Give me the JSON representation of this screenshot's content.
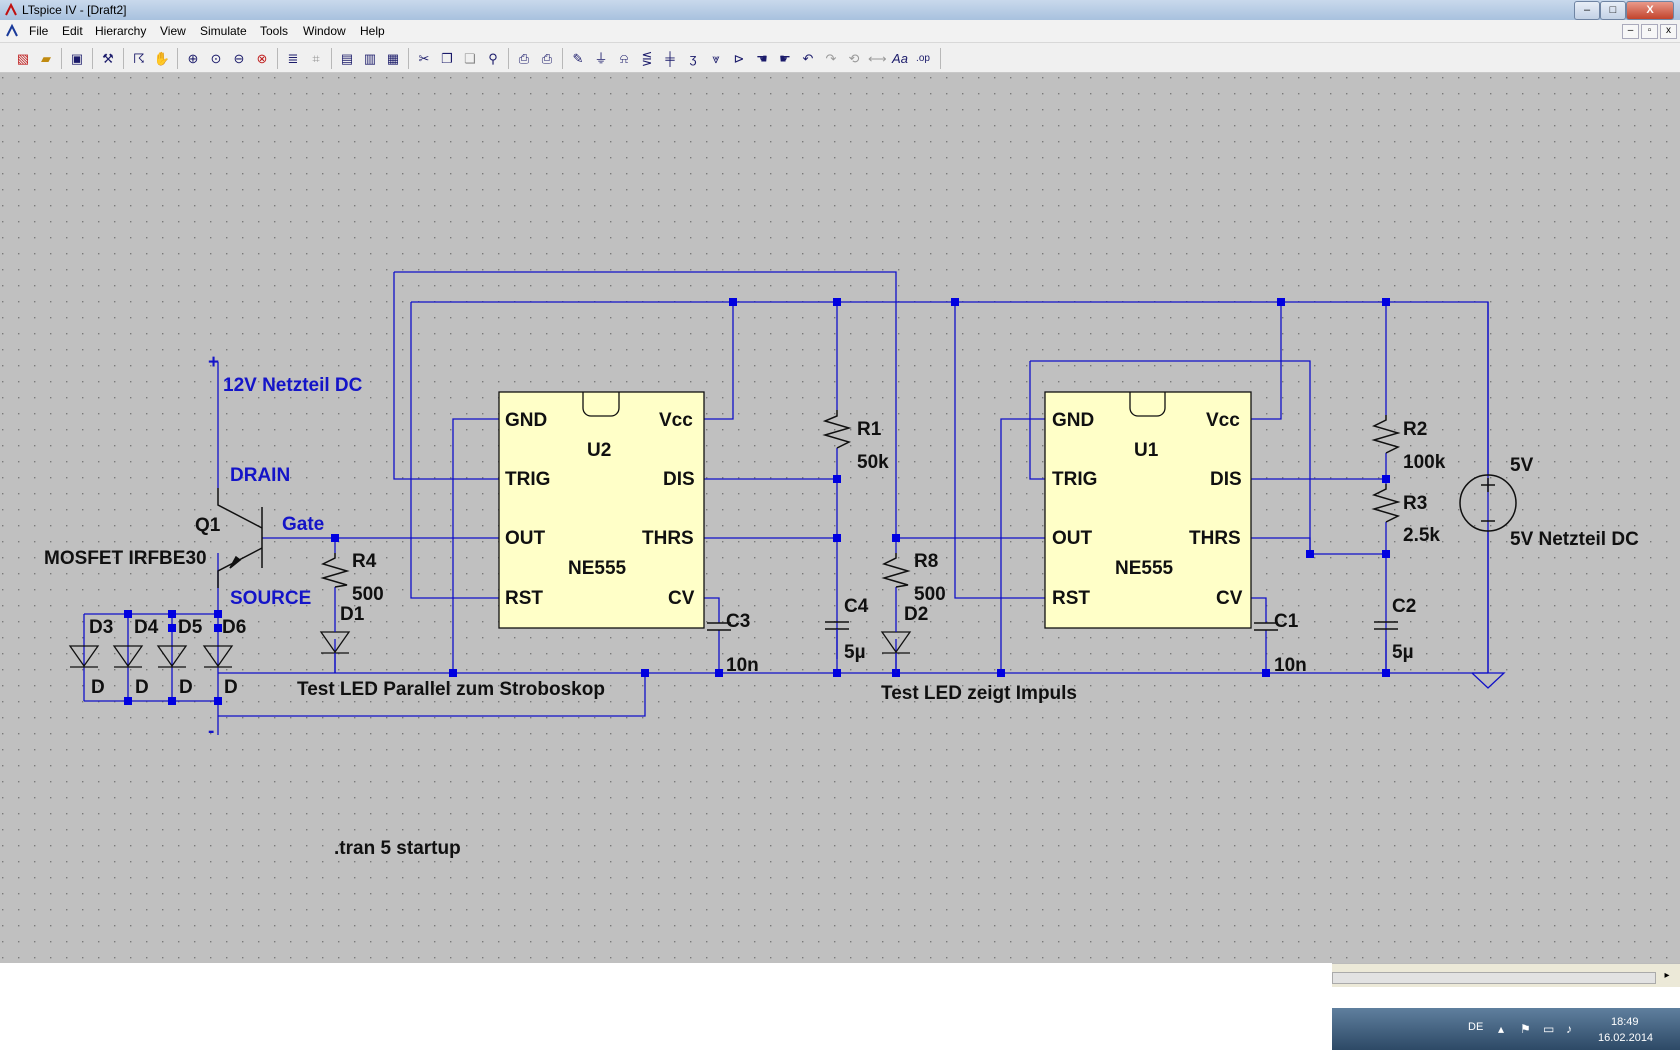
{
  "window": {
    "title": "LTspice IV - [Draft2]",
    "buttons": {
      "minimize": "–",
      "maximize": "□",
      "close": "X"
    },
    "mdi_buttons": {
      "minimize": "–",
      "restore": "▫",
      "close": "x"
    }
  },
  "menu": [
    "File",
    "Edit",
    "Hierarchy",
    "View",
    "Simulate",
    "Tools",
    "Window",
    "Help"
  ],
  "toolbar_icons": [
    "new-schematic-icon",
    "open-icon",
    "save-icon",
    "control-panel-icon",
    "run-icon",
    "halt-icon",
    "zoom-in-icon",
    "pan-icon",
    "zoom-out-icon",
    "zoom-fit-icon",
    "zoom-cancel-icon",
    "autorange-icon",
    "tile-vertical-icon",
    "tile-horizontal-icon",
    "cascade-icon",
    "cut-icon",
    "copy-icon",
    "paste-icon",
    "find-icon",
    "print-setup-icon",
    "print-icon",
    "draw-wire-icon",
    "ground-icon",
    "label-net-icon",
    "resistor-icon",
    "capacitor-icon",
    "inductor-icon",
    "diode-icon",
    "component-icon",
    "move-icon",
    "drag-icon",
    "undo-icon",
    "redo-icon",
    "rotate-icon",
    "mirror-icon",
    "text-icon",
    "spice-directive-icon"
  ],
  "colors": {
    "canvas": "#c0c0c0",
    "wire": "#1010c8",
    "component": "#101010",
    "net_label": "#1414c8",
    "ic_fill": "#ffffc8",
    "junction": "#0000e0"
  },
  "schematic": {
    "net_labels": {
      "plus": "+",
      "minus": "-",
      "supply12": "12V Netzteil DC",
      "drain": "DRAIN",
      "gate": "Gate",
      "source": "SOURCE"
    },
    "q1": {
      "ref": "Q1",
      "value": "MOSFET IRFBE30"
    },
    "diodes": [
      {
        "ref": "D3",
        "value": "D"
      },
      {
        "ref": "D4",
        "value": "D"
      },
      {
        "ref": "D5",
        "value": "D"
      },
      {
        "ref": "D6",
        "value": "D"
      }
    ],
    "u2": {
      "ref": "U2",
      "value": "NE555",
      "pins": {
        "gnd": "GND",
        "vcc": "Vcc",
        "trig": "TRIG",
        "dis": "DIS",
        "out": "OUT",
        "thrs": "THRS",
        "rst": "RST",
        "cv": "CV"
      }
    },
    "u1": {
      "ref": "U1",
      "value": "NE555",
      "pins": {
        "gnd": "GND",
        "vcc": "Vcc",
        "trig": "TRIG",
        "dis": "DIS",
        "out": "OUT",
        "thrs": "THRS",
        "rst": "RST",
        "cv": "CV"
      }
    },
    "r4": {
      "ref": "R4",
      "value": "500"
    },
    "d1": {
      "ref": "D1"
    },
    "r1": {
      "ref": "R1",
      "value": "50k"
    },
    "c4": {
      "ref": "C4",
      "value": "5µ"
    },
    "c3": {
      "ref": "C3",
      "value": "10n"
    },
    "r8": {
      "ref": "R8",
      "value": "500"
    },
    "d2": {
      "ref": "D2"
    },
    "r2": {
      "ref": "R2",
      "value": "100k"
    },
    "r3": {
      "ref": "R3",
      "value": "2.5k"
    },
    "c2": {
      "ref": "C2",
      "value": "5µ"
    },
    "c1": {
      "ref": "C1",
      "value": "10n"
    },
    "v_source": {
      "ref": "5V",
      "value": "5V Netzteil DC"
    },
    "comments": {
      "test_led_parallel": "Test LED Parallel zum Stroboskop",
      "test_led_impuls": "Test LED zeigt Impuls"
    },
    "directive": ".tran 5 startup"
  },
  "taskbar": {
    "lang": "DE",
    "time": "18:49",
    "date": "16.02.2014"
  }
}
